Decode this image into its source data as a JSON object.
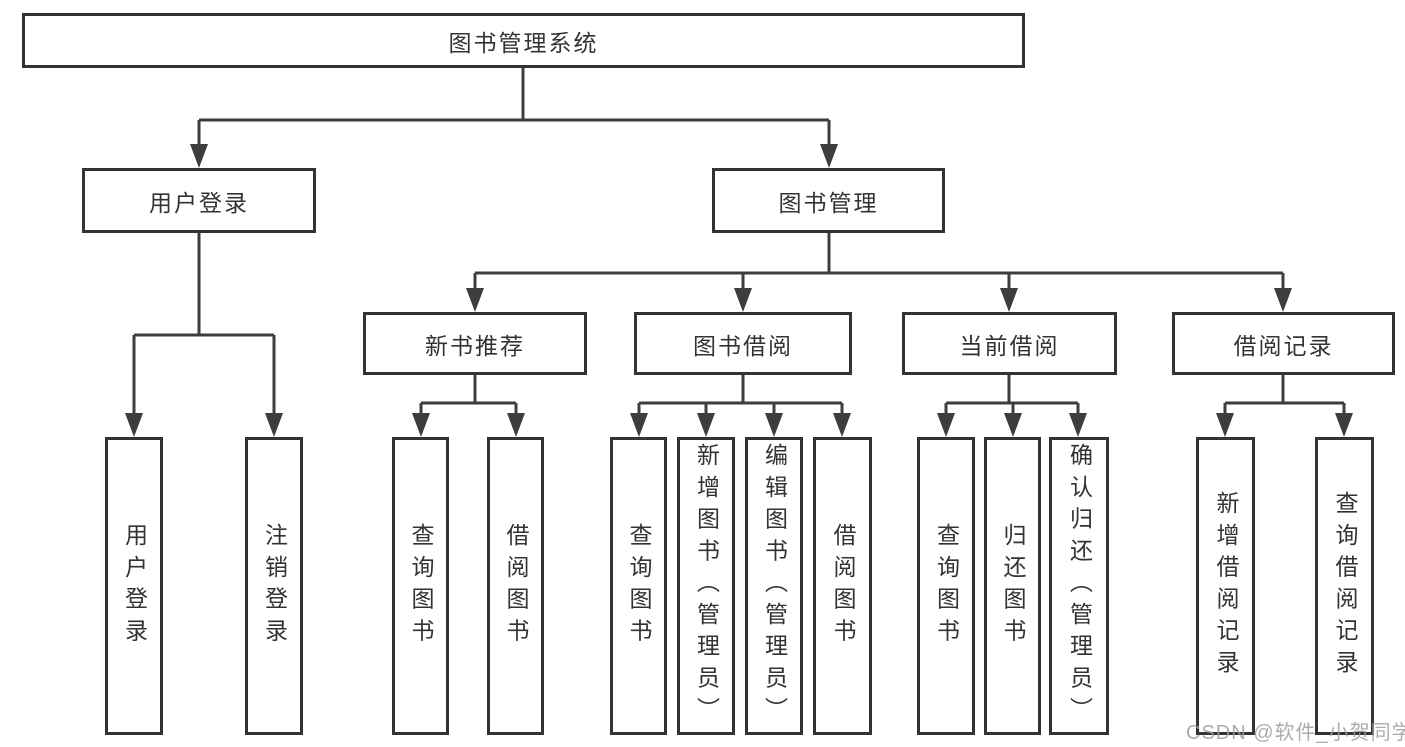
{
  "diagram": {
    "title": "图书管理系统",
    "tree": {
      "root": {
        "label": "图书管理系统"
      },
      "user_login": {
        "label": "用户登录",
        "children": [
          "用户登录",
          "注销登录"
        ]
      },
      "book_mgmt": {
        "label": "图书管理"
      },
      "new_book_rec": {
        "label": "新书推荐",
        "children": [
          "查询图书",
          "借阅图书"
        ]
      },
      "book_borrow": {
        "label": "图书借阅",
        "children": [
          "查询图书",
          "新增图书（管理员）",
          "编辑图书（管理员）",
          "借阅图书"
        ]
      },
      "current_borrow": {
        "label": "当前借阅",
        "children": [
          "查询图书",
          "归还图书",
          "确认归还（管理员）"
        ]
      },
      "borrow_records": {
        "label": "借阅记录",
        "children": [
          "新增借阅记录",
          "查询借阅记录"
        ]
      }
    },
    "colors": {
      "line": "#3d3d3d",
      "border": "#333333",
      "text": "#333333",
      "background": "#ffffff",
      "watermark_text_color": "#9e9e9e"
    }
  },
  "watermark": "CSDN @软件_小贺同学"
}
